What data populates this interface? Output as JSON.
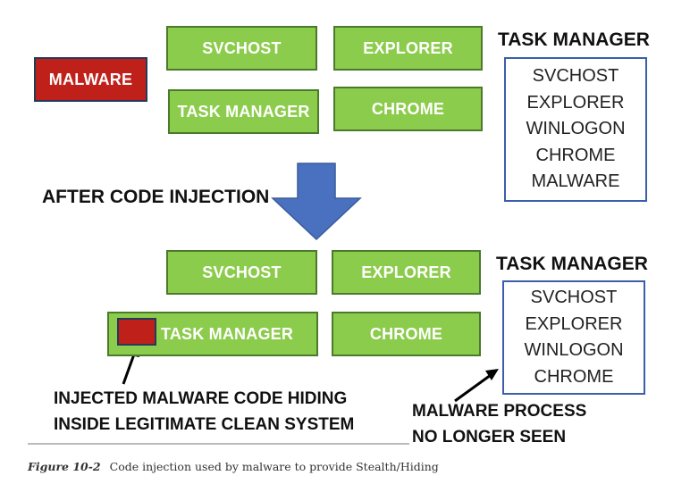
{
  "before": {
    "malware": "MALWARE",
    "processes": [
      "SVCHOST",
      "EXPLORER",
      "TASK MANAGER",
      "CHROME"
    ],
    "task_manager_title": "TASK MANAGER",
    "task_manager_list": [
      "SVCHOST",
      "EXPLORER",
      "WINLOGON",
      "CHROME",
      "MALWARE"
    ]
  },
  "transition_label": "AFTER CODE INJECTION",
  "after": {
    "processes": [
      "SVCHOST",
      "EXPLORER",
      "TASK MANAGER",
      "CHROME"
    ],
    "task_manager_title": "TASK MANAGER",
    "task_manager_list": [
      "SVCHOST",
      "EXPLORER",
      "WINLOGON",
      "CHROME"
    ]
  },
  "annotations": {
    "injected_line1": "INJECTED MALWARE CODE HIDING",
    "injected_line2": "INSIDE LEGITIMATE CLEAN SYSTEM",
    "not_seen_line1": "MALWARE PROCESS",
    "not_seen_line2": "NO LONGER SEEN"
  },
  "caption": {
    "figure_number": "Figure 10-2",
    "text": "Code injection used by malware to provide Stealth/Hiding"
  },
  "colors": {
    "process_green": "#8ccc4c",
    "malware_red": "#c0201a",
    "arrow_blue": "#4a70c0"
  }
}
